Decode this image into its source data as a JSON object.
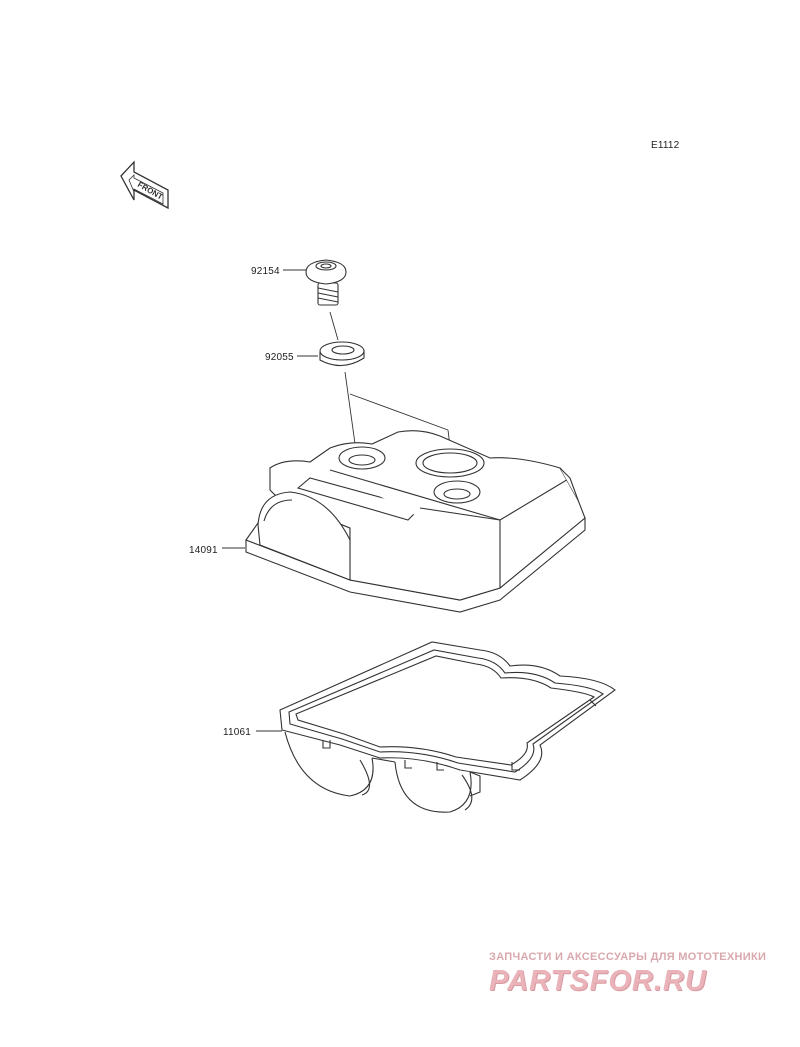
{
  "diagram": {
    "code": "E1112",
    "front_arrow_label": "FRONT",
    "parts": [
      {
        "number": "92154",
        "description": ""
      },
      {
        "number": "92055",
        "description": ""
      },
      {
        "number": "14091",
        "description": ""
      },
      {
        "number": "11061",
        "description": ""
      }
    ]
  },
  "watermark": {
    "tagline": "ЗАПЧАСТИ И АКСЕССУАРЫ ДЛЯ МОТОТЕХНИКИ",
    "logo": "PARTSFOR.RU"
  },
  "colors": {
    "line": "#333333",
    "watermark": "#e9b3b9"
  }
}
